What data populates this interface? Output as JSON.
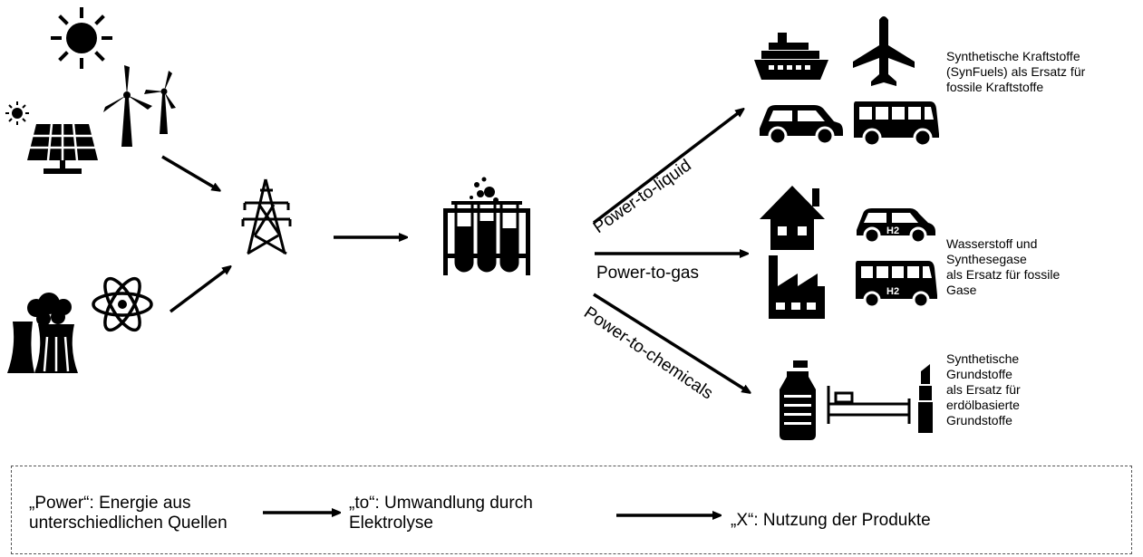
{
  "pathways": {
    "liquid": "Power-to-liquid",
    "gas": "Power-to-gas",
    "chemicals": "Power-to-chemicals"
  },
  "descriptions": {
    "synfuels": "Synthetische Kraftstoffe\n(SynFuels) als Ersatz für\nfossile Kraftstoffe",
    "hydrogen": "Wasserstoff und\nSynthesegase\nals Ersatz für fossile\nGase",
    "chemicals": "Synthetische\nGrundstoffe\nals Ersatz für\nerdölbasierte\nGrundstoffe"
  },
  "legend": {
    "power": "„Power“: Energie aus\nunterschiedlichen Quellen",
    "to": "„to“: Umwandlung durch\nElektrolyse",
    "x": "„X“: Nutzung der Produkte"
  },
  "icon_labels": {
    "h2": "H2"
  },
  "icons": [
    "sun-icon",
    "solar-panel-icon",
    "wind-turbine-icon",
    "nuclear-plant-icon",
    "atom-icon",
    "power-pylon-icon",
    "test-tubes-icon",
    "ship-icon",
    "airplane-icon",
    "car-icon",
    "bus-icon",
    "house-icon",
    "factory-icon",
    "hydrogen-car-icon",
    "hydrogen-bus-icon",
    "bottle-icon",
    "bed-icon",
    "lipstick-icon"
  ],
  "colors": {
    "ink": "#000000",
    "background": "#ffffff",
    "legend_border": "#555555"
  }
}
